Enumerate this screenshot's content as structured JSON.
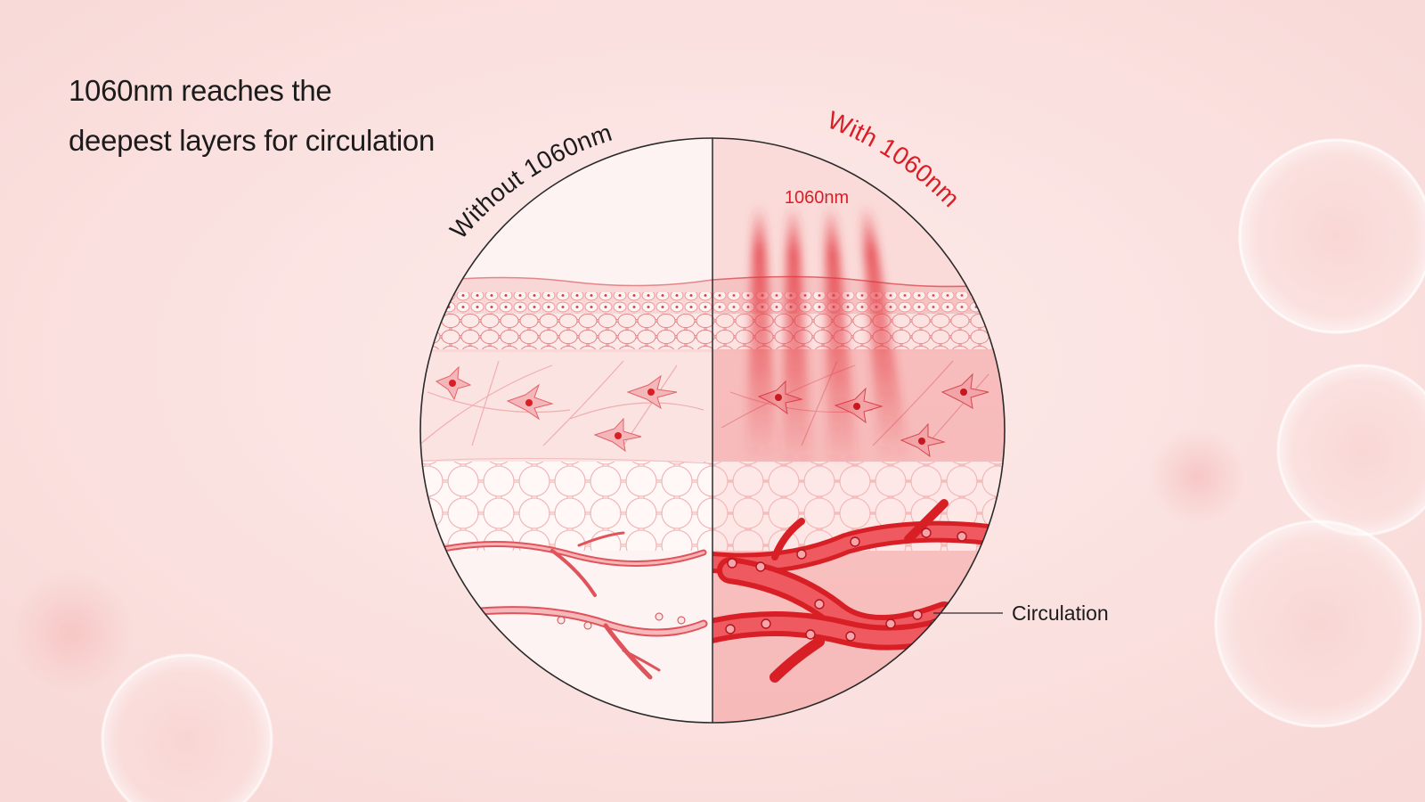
{
  "headline": {
    "line1": "1060nm reaches the",
    "line2": "deepest layers for circulation"
  },
  "diagram": {
    "left_label": "Without 1060nm",
    "right_label": "With 1060nm",
    "beam_label": "1060nm",
    "callout_label": "Circulation"
  },
  "colors": {
    "background": "#fbe3e1",
    "accent_red": "#d81f26",
    "vessel_red": "#e0323a",
    "outline": "#2a2a2a",
    "text_dark": "#1b1b1b"
  }
}
